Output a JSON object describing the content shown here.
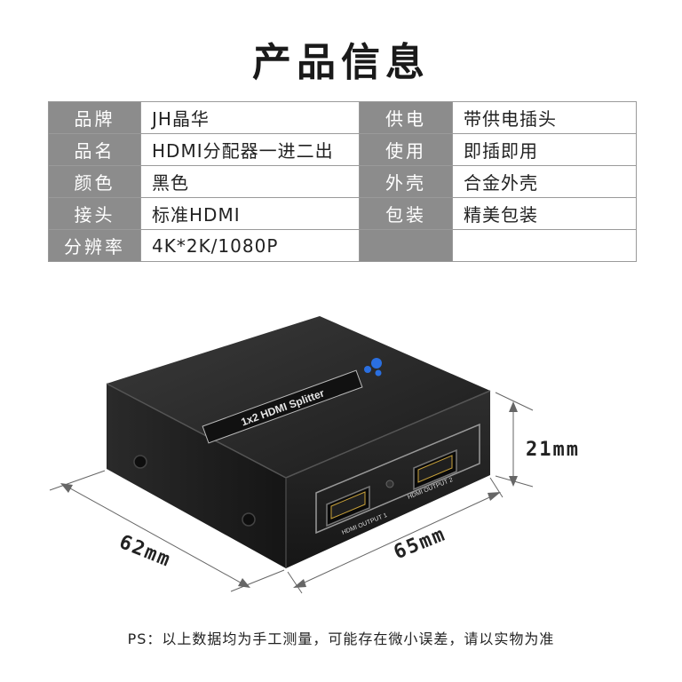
{
  "title": "产品信息",
  "specs": [
    {
      "k1": "品牌",
      "v1": "JH晶华",
      "k2": "供电",
      "v2": "带供电插头"
    },
    {
      "k1": "品名",
      "v1": "HDMI分配器一进二出",
      "k2": "使用",
      "v2": "即插即用"
    },
    {
      "k1": "颜色",
      "v1": "黑色",
      "k2": "外壳",
      "v2": "合金外壳"
    },
    {
      "k1": "接头",
      "v1": "标准HDMI",
      "k2": "包装",
      "v2": "精美包装"
    },
    {
      "k1": "分辨率",
      "v1": "4K*2K/1080P",
      "k2": "",
      "v2": ""
    }
  ],
  "device": {
    "label": "1x2 HDMI Splitter",
    "port1": "HDMI OUTPUT 1",
    "port2": "HDMI OUTPUT 2"
  },
  "dimensions": {
    "height": "21mm",
    "depth": "62mm",
    "width": "65mm"
  },
  "note": "PS：以上数据均为手工测量，可能存在微小误差，请以实物为准"
}
